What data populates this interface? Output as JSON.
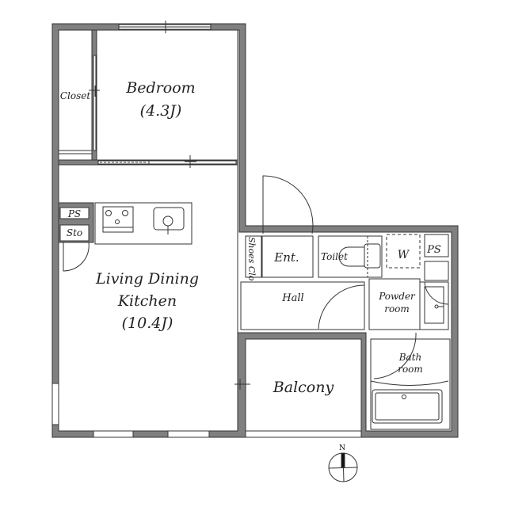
{
  "floorplan": {
    "wall_color": "#808080",
    "line_color": "#333333",
    "rooms": {
      "bedroom": {
        "name": "Bedroom",
        "size": "(4.3J)"
      },
      "closet": {
        "name": "Closet"
      },
      "ldk": {
        "line1": "Living Dining",
        "line2": "Kitchen",
        "size": "(10.4J)"
      },
      "ps_left": {
        "name": "PS"
      },
      "storage": {
        "name": "Sto"
      },
      "shoes_closet": {
        "name": "Shoes Clo"
      },
      "entrance": {
        "name": "Ent."
      },
      "toilet": {
        "name": "Toilet"
      },
      "washer": {
        "name": "W"
      },
      "ps_right": {
        "name": "PS"
      },
      "hall": {
        "name": "Hall"
      },
      "powder_room": {
        "line1": "Powder",
        "line2": "room"
      },
      "bathroom": {
        "line1": "Bath",
        "line2": "room"
      },
      "balcony": {
        "name": "Balcony"
      }
    },
    "compass": {
      "label": "N"
    }
  }
}
